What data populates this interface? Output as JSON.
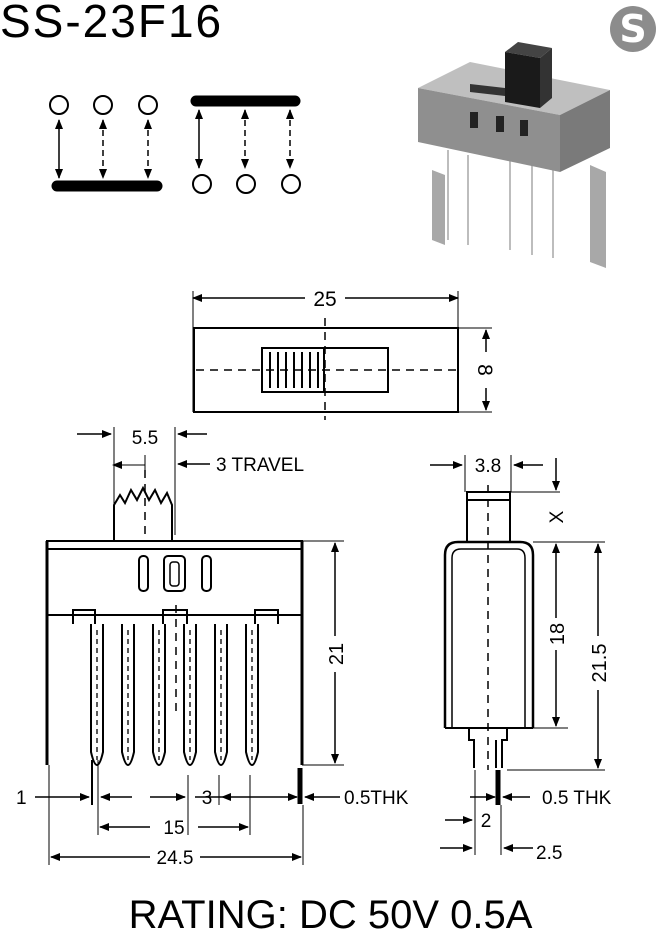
{
  "title": "SS-23F16",
  "logo_letter": "S",
  "rating": "RATING: DC 50V 0.5A",
  "top_view": {
    "length": "25",
    "width": "8"
  },
  "front_view": {
    "actuator_width": "5.5",
    "travel": "3 TRAVEL",
    "height": "21",
    "pin_offset": "1",
    "pin_pitch": "3",
    "pin_thickness": "0.5THK",
    "pin_span": "15",
    "overall_width": "24.5"
  },
  "side_view": {
    "actuator_width": "3.8",
    "actuator_height": "X",
    "body_height": "18",
    "overall_height": "21.5",
    "pin_spacing": "2",
    "pin_thickness": "0.5 THK",
    "pin_offset": "2.5"
  }
}
